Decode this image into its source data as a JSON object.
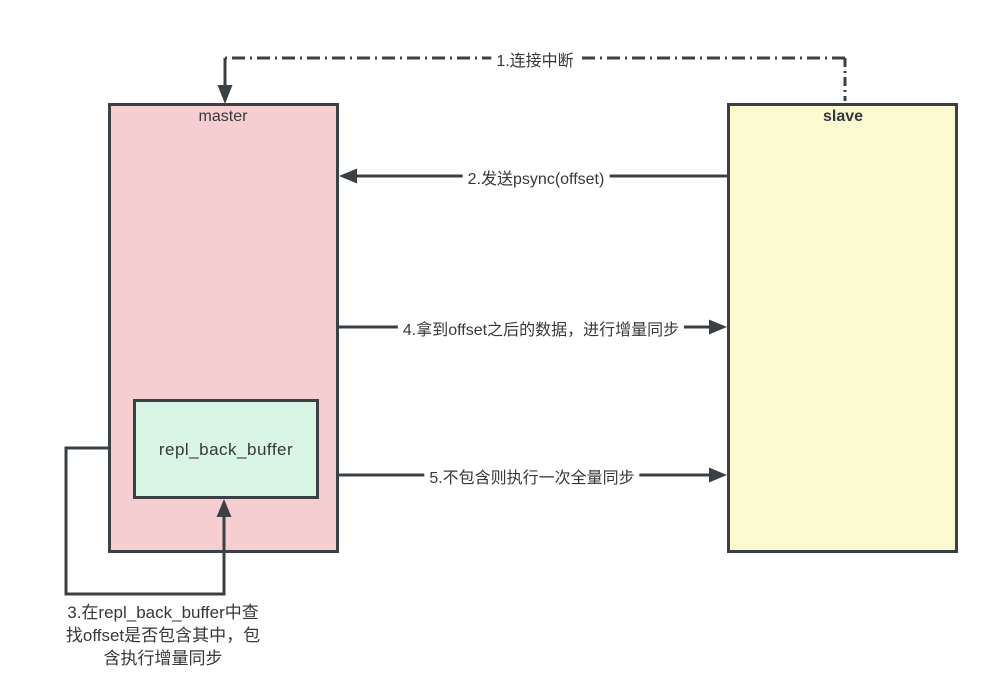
{
  "colors": {
    "background": "#ffffff",
    "stroke": "#3b4045",
    "text": "#36383b",
    "master_fill": "#f6ced1",
    "slave_fill": "#fbfad1",
    "buffer_fill": "#d8f5e6"
  },
  "nodes": {
    "master": {
      "label": "master"
    },
    "slave": {
      "label": "slave"
    },
    "buffer": {
      "label": "repl_back_buffer"
    }
  },
  "edges": {
    "step1": {
      "label": "1.连接中断",
      "from": "slave",
      "to": "master",
      "style": "dash-dot"
    },
    "step2": {
      "label": "2.发送psync(offset)",
      "from": "slave",
      "to": "master",
      "style": "solid"
    },
    "step3": {
      "lines": [
        "3.在repl_back_buffer中查",
        "找offset是否包含其中，包",
        "含执行增量同步"
      ],
      "from": "master",
      "to": "buffer",
      "style": "solid"
    },
    "step4": {
      "label": "4.拿到offset之后的数据，进行增量同步",
      "from": "master",
      "to": "slave",
      "style": "solid"
    },
    "step5": {
      "label": "5.不包含则执行一次全量同步",
      "from": "master",
      "to": "slave",
      "style": "solid"
    }
  }
}
